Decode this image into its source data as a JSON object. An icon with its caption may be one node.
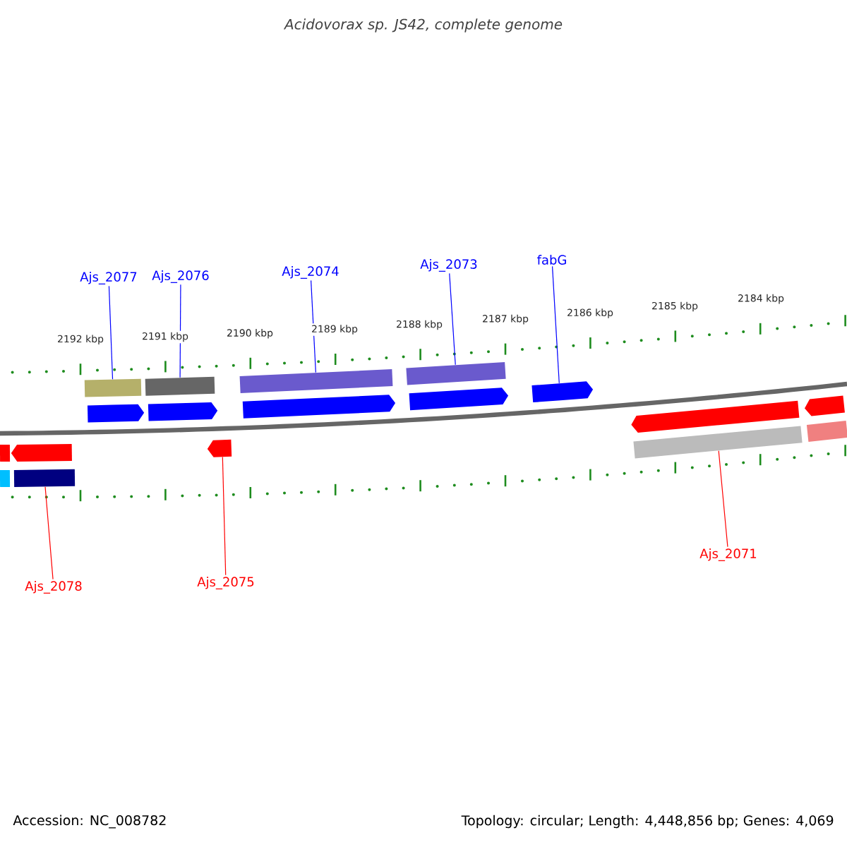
{
  "diagram": {
    "title": "Acidovorax sp. JS42, complete genome",
    "nodes": [
      {
        "text": [
          "Ajs_2077"
        ]
      },
      {
        "text": [
          "Ajs_2076"
        ]
      },
      {
        "text": [
          "Ajs_2074"
        ]
      },
      {
        "text": [
          "Ajs_2073"
        ]
      },
      {
        "text": [
          "fabG"
        ]
      },
      {
        "text": [
          "Ajs_2078"
        ]
      },
      {
        "text": [
          "Ajs_2075"
        ]
      },
      {
        "text": [
          "Ajs_2071"
        ]
      },
      {
        "text": [],
        "shape": "bar"
      },
      {
        "text": [],
        "shape": "bar"
      },
      {
        "text": [],
        "shape": "bar"
      },
      {
        "text": [],
        "shape": "bar"
      },
      {
        "text": [],
        "shape": "pentagon"
      },
      {
        "text": [],
        "shape": "pentagon"
      },
      {
        "text": [],
        "shape": "pentagon"
      },
      {
        "text": [],
        "shape": "pentagon"
      },
      {
        "text": [],
        "shape": "pentagon"
      },
      {
        "text": [],
        "shape": "bar"
      },
      {
        "text": [],
        "shape": "pentagon"
      },
      {
        "text": [],
        "shape": "pentagon"
      },
      {
        "text": [],
        "shape": "pentagon"
      },
      {
        "text": [],
        "shape": "pentagon"
      },
      {
        "text": [],
        "shape": "bar"
      },
      {
        "text": [],
        "shape": "bar"
      },
      {
        "text": [],
        "shape": "bar"
      },
      {
        "text": [],
        "shape": "bar"
      }
    ],
    "edges": [
      {
        "from": 0,
        "to": 8,
        "arrow": "none"
      },
      {
        "from": 1,
        "to": 9,
        "arrow": "none"
      },
      {
        "from": 2,
        "to": 10,
        "arrow": "none"
      },
      {
        "from": 3,
        "to": 11,
        "arrow": "none"
      },
      {
        "from": 4,
        "to": 16,
        "arrow": "none"
      },
      {
        "from": 5,
        "to": 23,
        "arrow": "none",
        "color": "#ff0000"
      },
      {
        "from": 6,
        "to": 19,
        "arrow": "none",
        "color": "#ff0000"
      },
      {
        "from": 7,
        "to": 24,
        "arrow": "none",
        "color": "#ff0000"
      }
    ],
    "labels": [
      "2192 kbp",
      "2191 kbp",
      "2190 kbp",
      "2189 kbp",
      "2188 kbp",
      "2187 kbp",
      "2186 kbp",
      "2185 kbp",
      "2184 kbp",
      "Accession: NC_008782",
      "Topology: circular; Length: 4,448,856 bp; Genes: 4,069"
    ]
  }
}
